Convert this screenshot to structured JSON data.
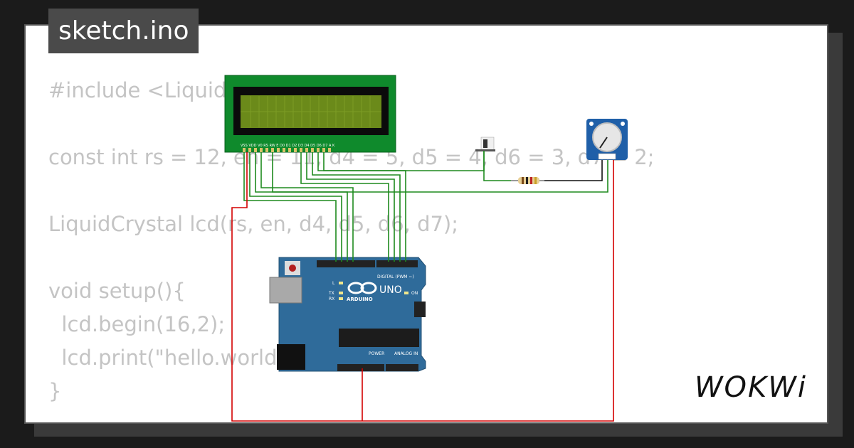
{
  "tab": {
    "filename": "sketch.ino"
  },
  "code": {
    "lines": [
      "#include <LiquidCrystal.h>",
      "",
      "const int rs = 12, en = 11, d4 = 5, d5 = 4, d6 = 3, d7 = 2;",
      "",
      "LiquidCrystal lcd(rs, en, d4, d5, d6, d7);",
      "",
      "void setup(){",
      "  lcd.begin(16,2);",
      "  lcd.print(\"hello.world\");",
      "}"
    ]
  },
  "lcd": {
    "pin_labels": "VSS VDD V0 RS RW E D0 D1 D2 D3 D4 D5 D6 D7 A K"
  },
  "arduino": {
    "logo_text": "UNO",
    "brand_text": "ARDUINO",
    "digital_label": "DIGITAL (PWM ~)",
    "power_label": "POWER",
    "analog_label": "ANALOG IN",
    "on_label": "ON",
    "tx_label": "TX",
    "rx_label": "RX",
    "l_label": "L",
    "board_color": "#2f6b9a"
  },
  "wire_colors": {
    "signal": "#1e8a1e",
    "power": "#d40000",
    "ground": "#111111"
  },
  "brand": {
    "name": "WOKWi"
  }
}
